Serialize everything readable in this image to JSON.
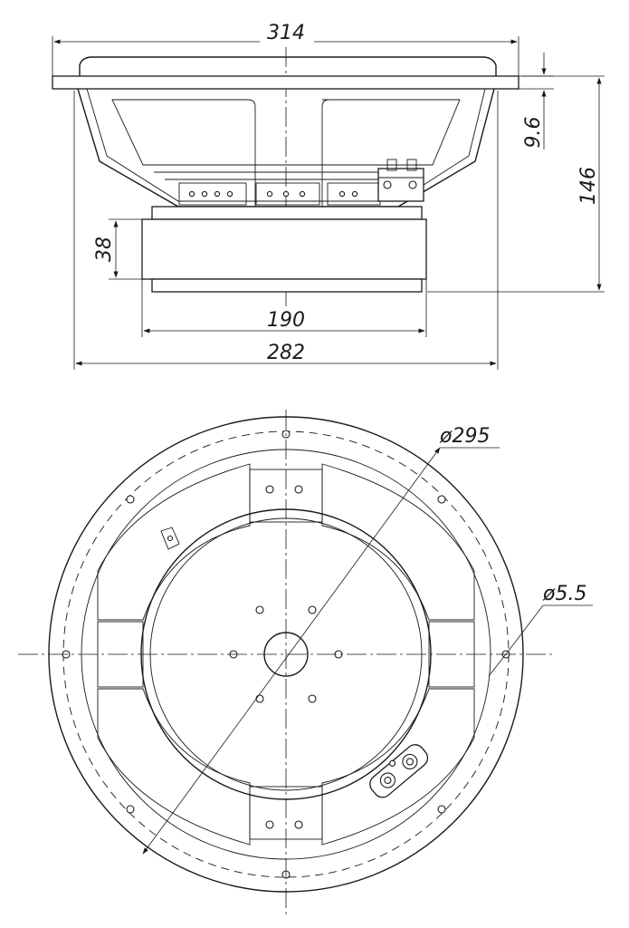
{
  "side_view": {
    "dim_overall_width": "314",
    "dim_flange_thickness": "9.6",
    "dim_total_depth": "146",
    "dim_magnet_height": "38",
    "dim_magnet_diameter": "190",
    "dim_basket_diameter": "282"
  },
  "bottom_view": {
    "dim_bolt_circle": "ø295",
    "dim_hole_diameter": "ø5.5"
  },
  "colors": {
    "line": "#1a1a1a",
    "background": "#ffffff"
  }
}
